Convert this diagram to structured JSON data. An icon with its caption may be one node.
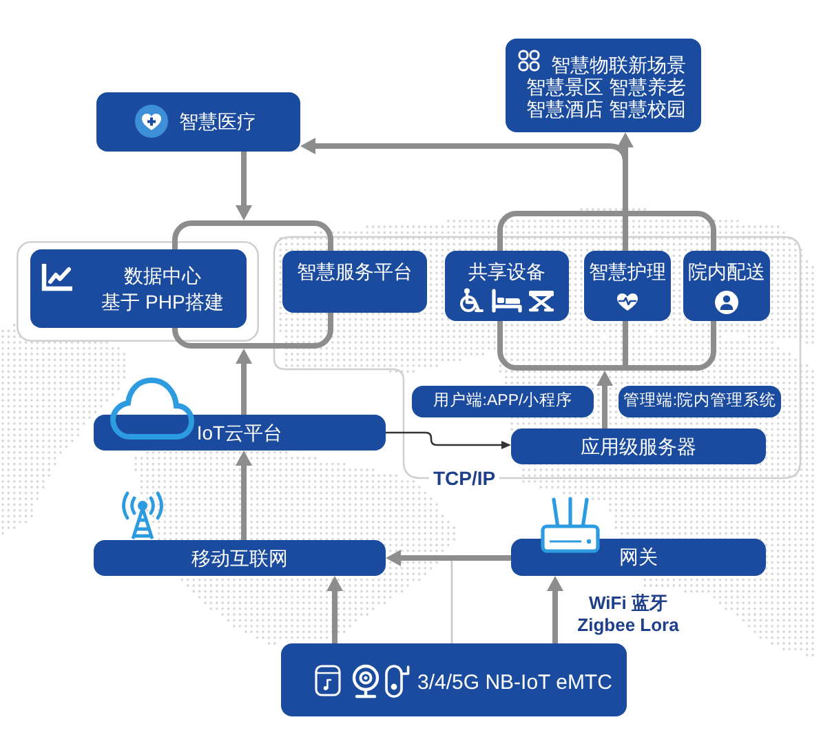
{
  "diagram": {
    "nodes": [
      {
        "text": [
          "智慧物联新场景",
          "智慧景区 智慧养老智慧酒店 智慧校园"
        ]
      },
      {
        "text": [
          "智慧医疗"
        ]
      },
      {
        "text": [],
        "shape": "box"
      },
      {
        "text": [],
        "shape": "box"
      },
      {
        "text": [],
        "shape": "box"
      },
      {
        "text": [
          "数据中心",
          "基于 PHP搭建"
        ],
        "in": 4
      },
      {
        "text": [
          "TCP/IP"
        ]
      },
      {
        "text": [
          "智慧服务平台"
        ],
        "in": 6
      },
      {
        "text": [
          "共享设备"
        ],
        "in": 6
      },
      {
        "text": [
          "智慧护理"
        ],
        "in": 3
      },
      {
        "text": [
          "院内配送"
        ],
        "in": 6
      },
      {
        "text": [
          "用户端:APP/小程序"
        ],
        "in": 6
      },
      {
        "text": [
          "管理端:院内管理系统"
        ],
        "in": 6
      },
      {
        "text": [
          "应用级服务器"
        ],
        "in": 6
      },
      {
        "text": [
          "IoT云平台"
        ]
      },
      {
        "text": [
          "移动互联网"
        ]
      },
      {
        "text": [
          "网关"
        ]
      },
      {
        "text": [
          "3/4/5G NB-IoT eMTC"
        ]
      }
    ],
    "edges": [
      {
        "from": 1,
        "to": 2,
        "arrow": "to"
      },
      {
        "from": 3,
        "to": 1,
        "arrow": "to"
      },
      {
        "from": 3,
        "to": 0,
        "arrow": "to"
      },
      {
        "from": 14,
        "to": 2,
        "arrow": "to"
      },
      {
        "from": 13,
        "to": 3,
        "arrow": "to"
      },
      {
        "from": 14,
        "to": 13,
        "arrow": "to",
        "color": "#333333"
      },
      {
        "from": 15,
        "to": 14,
        "arrow": "to"
      },
      {
        "from": 16,
        "to": 15,
        "arrow": "to"
      },
      {
        "from": 17,
        "to": 15,
        "arrow": "to"
      },
      {
        "from": 17,
        "to": 16,
        "arrow": "to",
        "label": "WiFi 蓝牙 Zigbee Lora"
      },
      {
        "from": 17,
        "to": 15,
        "arrow": "to",
        "color": "#c8c8c8"
      }
    ]
  }
}
